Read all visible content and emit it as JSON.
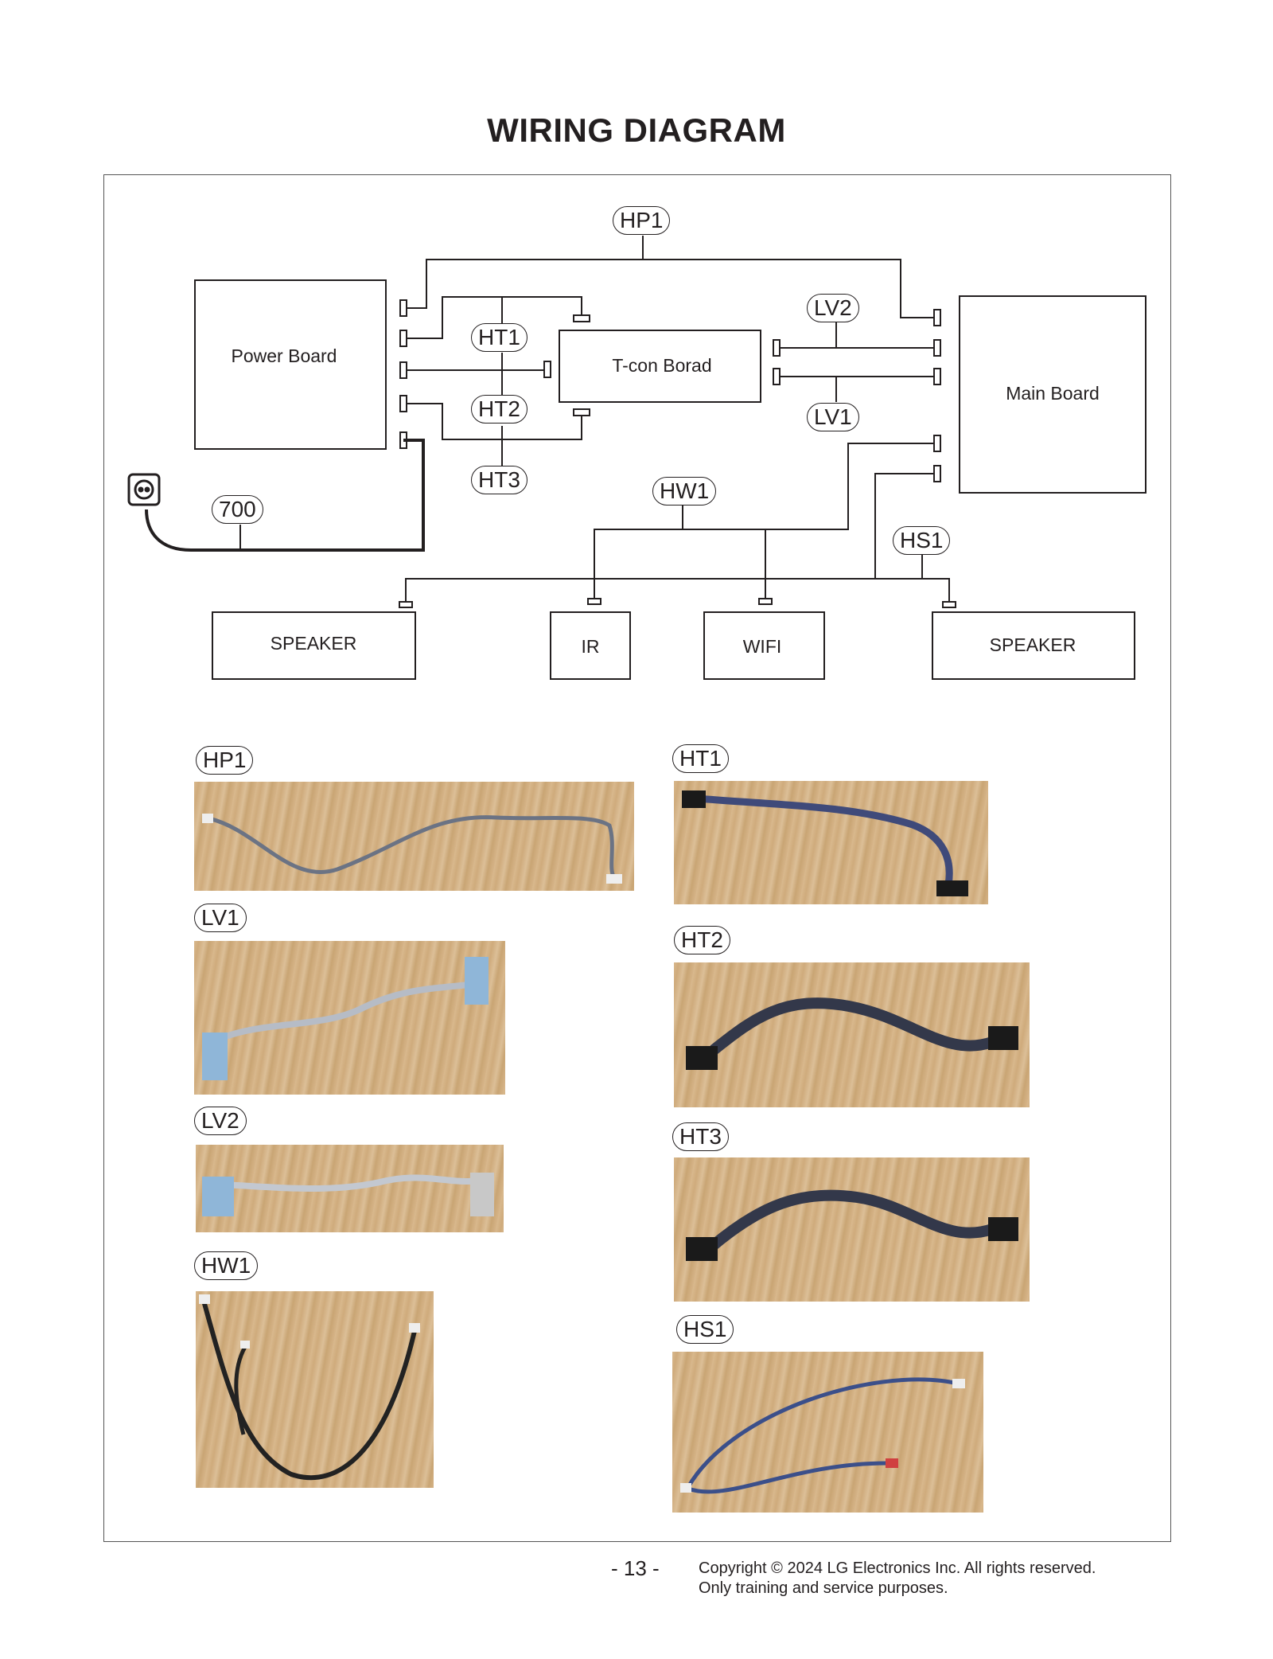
{
  "page_title": "WIRING DIAGRAM",
  "diagram": {
    "boards": {
      "power": "Power Board",
      "tcon": "T-con Borad",
      "main": "Main Board",
      "speaker_left": "SPEAKER",
      "ir": "IR",
      "wifi": "WIFI",
      "speaker_right": "SPEAKER"
    },
    "cables": {
      "hp1": "HP1",
      "ht1": "HT1",
      "ht2": "HT2",
      "ht3": "HT3",
      "lv1": "LV1",
      "lv2": "LV2",
      "hw1": "HW1",
      "hs1": "HS1",
      "power_cord": "700"
    }
  },
  "photos": [
    {
      "label": "HP1"
    },
    {
      "label": "HT1"
    },
    {
      "label": "LV1"
    },
    {
      "label": "HT2"
    },
    {
      "label": "LV2"
    },
    {
      "label": "HT3"
    },
    {
      "label": "HW1"
    },
    {
      "label": "HS1"
    }
  ],
  "footer": {
    "page_number": "- 13 -",
    "copyright_line1": "Copyright © 2024 LG Electronics Inc. All rights reserved.",
    "copyright_line2": "Only training and service purposes."
  }
}
